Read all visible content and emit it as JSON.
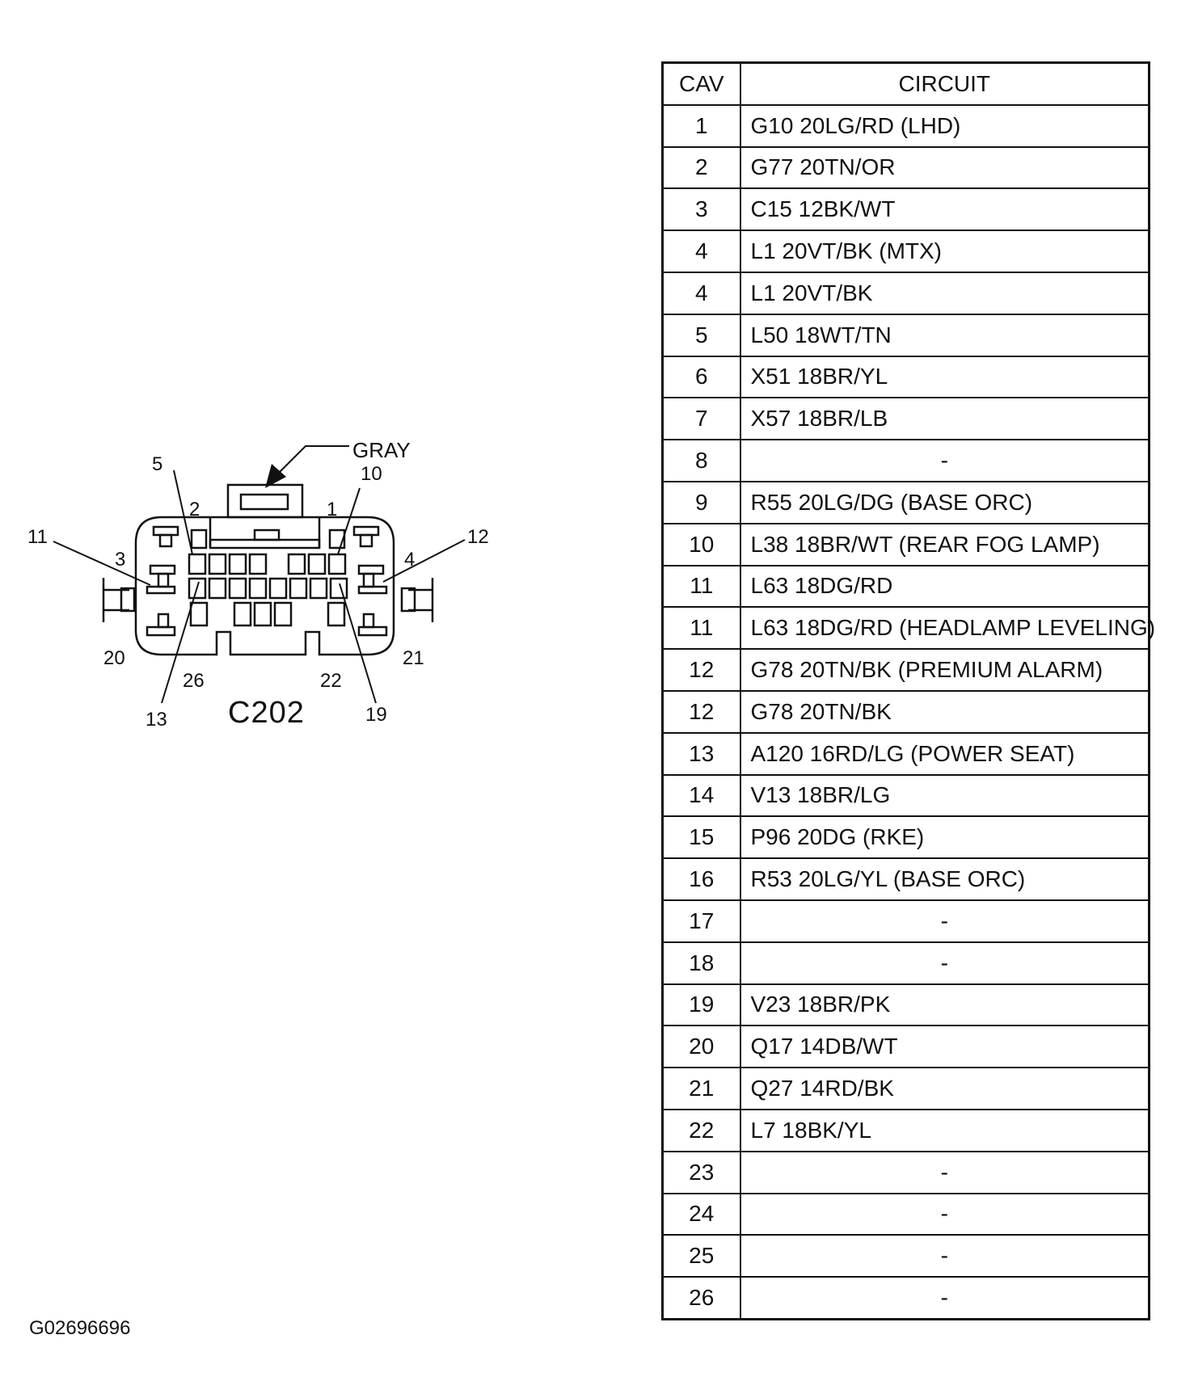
{
  "connector": {
    "name": "C202",
    "color_label": "GRAY",
    "pin_labels": [
      "1",
      "2",
      "3",
      "4",
      "5",
      "10",
      "11",
      "12",
      "13",
      "19",
      "20",
      "21",
      "22",
      "26"
    ]
  },
  "table": {
    "headers": {
      "cav": "CAV",
      "circuit": "CIRCUIT"
    },
    "rows": [
      {
        "cav": "1",
        "circuit": "G10 20LG/RD (LHD)"
      },
      {
        "cav": "2",
        "circuit": "G77 20TN/OR"
      },
      {
        "cav": "3",
        "circuit": "C15 12BK/WT"
      },
      {
        "cav": "4",
        "circuit": "L1 20VT/BK (MTX)"
      },
      {
        "cav": "4",
        "circuit": "L1 20VT/BK"
      },
      {
        "cav": "5",
        "circuit": "L50 18WT/TN"
      },
      {
        "cav": "6",
        "circuit": "X51 18BR/YL"
      },
      {
        "cav": "7",
        "circuit": "X57 18BR/LB"
      },
      {
        "cav": "8",
        "circuit": "-"
      },
      {
        "cav": "9",
        "circuit": "R55 20LG/DG (BASE ORC)"
      },
      {
        "cav": "10",
        "circuit": "L38 18BR/WT (REAR FOG LAMP)"
      },
      {
        "cav": "11",
        "circuit": "L63 18DG/RD"
      },
      {
        "cav": "11",
        "circuit": "L63 18DG/RD (HEADLAMP LEVELING)"
      },
      {
        "cav": "12",
        "circuit": "G78 20TN/BK (PREMIUM ALARM)"
      },
      {
        "cav": "12",
        "circuit": "G78 20TN/BK"
      },
      {
        "cav": "13",
        "circuit": "A120 16RD/LG (POWER SEAT)"
      },
      {
        "cav": "14",
        "circuit": "V13 18BR/LG"
      },
      {
        "cav": "15",
        "circuit": "P96 20DG (RKE)"
      },
      {
        "cav": "16",
        "circuit": "R53 20LG/YL (BASE ORC)"
      },
      {
        "cav": "17",
        "circuit": "-"
      },
      {
        "cav": "18",
        "circuit": "-"
      },
      {
        "cav": "19",
        "circuit": "V23 18BR/PK"
      },
      {
        "cav": "20",
        "circuit": "Q17 14DB/WT"
      },
      {
        "cav": "21",
        "circuit": "Q27 14RD/BK"
      },
      {
        "cav": "22",
        "circuit": "L7 18BK/YL"
      },
      {
        "cav": "23",
        "circuit": "-"
      },
      {
        "cav": "24",
        "circuit": "-"
      },
      {
        "cav": "25",
        "circuit": "-"
      },
      {
        "cav": "26",
        "circuit": "-"
      }
    ]
  },
  "figure_id": "G02696696"
}
